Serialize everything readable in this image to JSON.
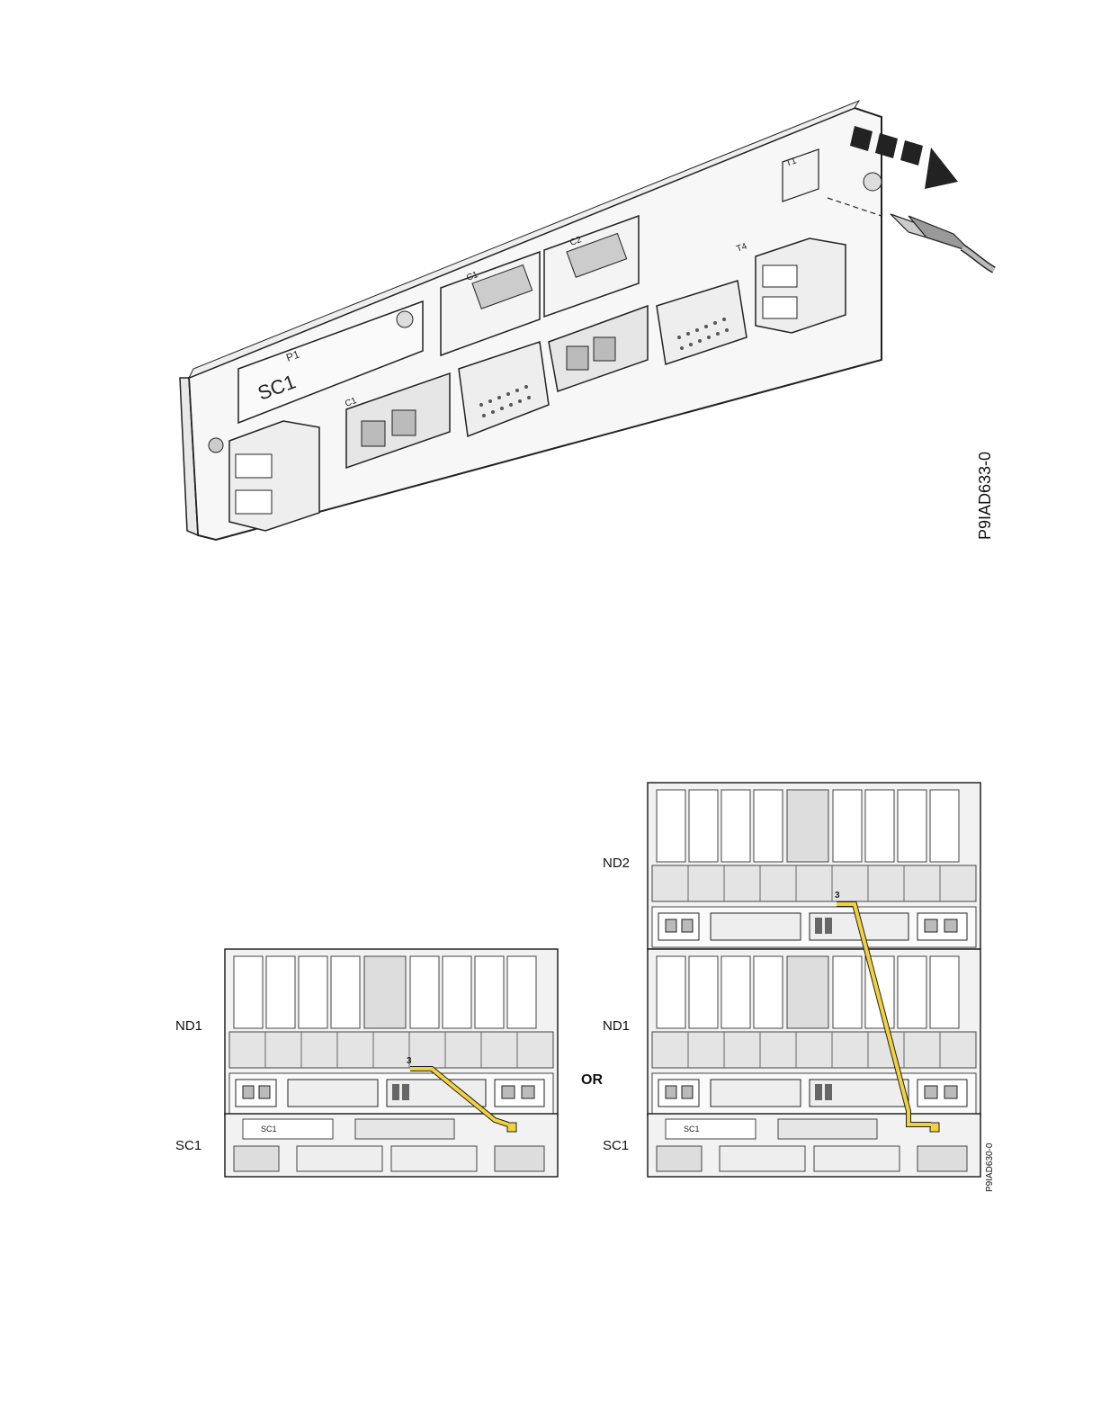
{
  "figure1": {
    "id": "P9IAD633-0",
    "labels": {
      "sc1": "SC1",
      "p1": "P1",
      "t1": "T1",
      "t4": "T4",
      "c1": "C1",
      "c2": "C2"
    }
  },
  "figure2": {
    "id": "P9IAD630-0",
    "or": "OR",
    "left": {
      "nd1": "ND1",
      "sc1": "SC1",
      "port": "3",
      "sc1_panel": "SC1"
    },
    "right": {
      "nd2": "ND2",
      "nd1": "ND1",
      "sc1": "SC1",
      "port": "3",
      "sc1_panel": "SC1"
    }
  },
  "colors": {
    "cable": "#f2d23c",
    "line": "#222222",
    "panel": "#f2f2f2"
  }
}
